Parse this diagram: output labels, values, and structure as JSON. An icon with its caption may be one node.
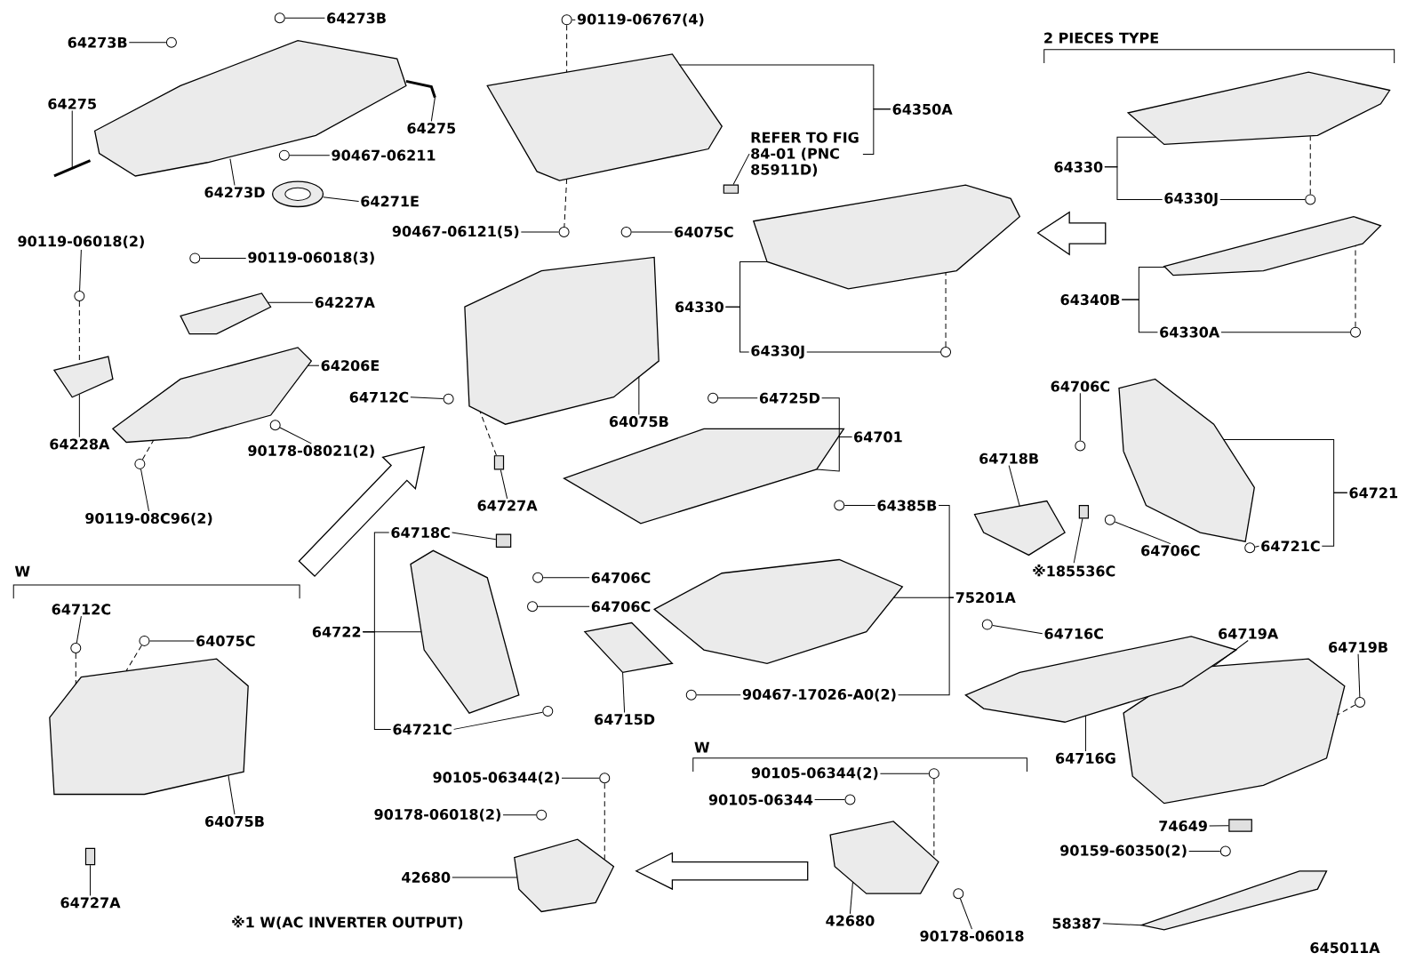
{
  "diagram": {
    "nodes": [
      {
        "text": [
          "64273B"
        ]
      },
      {
        "text": [
          "64273B"
        ]
      },
      {
        "text": [
          "64275"
        ]
      },
      {
        "text": [
          "64275"
        ]
      },
      {
        "text": [
          "64273D"
        ]
      },
      {
        "text": [
          "90467-06211"
        ]
      },
      {
        "text": [
          "64271E"
        ]
      },
      {
        "text": [
          "90119-06767(4)"
        ]
      },
      {
        "text": [
          "64350A"
        ]
      },
      {
        "text": [
          "REFER TO FIG 84-01 (PNC 85911D)"
        ]
      },
      {
        "text": [
          "90467-06121(5)"
        ]
      },
      {
        "text": [
          "64075C"
        ]
      },
      {
        "text": [
          "64330"
        ]
      },
      {
        "text": [
          "64330J"
        ]
      },
      {
        "text": [
          "64330"
        ]
      },
      {
        "text": [
          "64330J"
        ]
      },
      {
        "text": [
          "64340B"
        ]
      },
      {
        "text": [
          "64330A"
        ]
      },
      {
        "text": [
          "90119-06018(2)"
        ]
      },
      {
        "text": [
          "90119-06018(3)"
        ]
      },
      {
        "text": [
          "64227A"
        ]
      },
      {
        "text": [
          "64206E"
        ]
      },
      {
        "text": [
          "64228A"
        ]
      },
      {
        "text": [
          "90178-08021(2)"
        ]
      },
      {
        "text": [
          "90119-08C96(2)"
        ]
      },
      {
        "text": [
          "64712C"
        ]
      },
      {
        "text": [
          "64075B"
        ]
      },
      {
        "text": [
          "64727A"
        ]
      },
      {
        "text": [
          "64725D"
        ]
      },
      {
        "text": [
          "64701"
        ]
      },
      {
        "text": [
          "64706C"
        ]
      },
      {
        "text": [
          "64718B"
        ]
      },
      {
        "text": [
          "64721"
        ]
      },
      {
        "text": [
          "※185536C"
        ]
      },
      {
        "text": [
          "64706C"
        ]
      },
      {
        "text": [
          "64721C"
        ]
      },
      {
        "text": [
          "64385B"
        ]
      },
      {
        "text": [
          "75201A"
        ]
      },
      {
        "text": [
          "64718C"
        ]
      },
      {
        "text": [
          "64706C"
        ]
      },
      {
        "text": [
          "64706C"
        ]
      },
      {
        "text": [
          "64722"
        ]
      },
      {
        "text": [
          "64715D"
        ]
      },
      {
        "text": [
          "64721C"
        ]
      },
      {
        "text": [
          "90467-17026-A0(2)"
        ]
      },
      {
        "text": [
          "64716C"
        ]
      },
      {
        "text": [
          "64719A"
        ]
      },
      {
        "text": [
          "64719B"
        ]
      },
      {
        "text": [
          "64716G"
        ]
      },
      {
        "text": [
          "74649"
        ]
      },
      {
        "text": [
          "90159-60350(2)"
        ]
      },
      {
        "text": [
          "58387"
        ]
      },
      {
        "text": [
          "64712C"
        ]
      },
      {
        "text": [
          "64075C"
        ]
      },
      {
        "text": [
          "64075B"
        ]
      },
      {
        "text": [
          "64727A"
        ]
      },
      {
        "text": [
          "90105-06344(2)"
        ]
      },
      {
        "text": [
          "90178-06018(2)"
        ]
      },
      {
        "text": [
          "42680"
        ]
      },
      {
        "text": [
          "90105-06344(2)"
        ]
      },
      {
        "text": [
          "90105-06344"
        ]
      },
      {
        "text": [
          "42680"
        ]
      },
      {
        "text": [
          "90178-06018"
        ]
      },
      {
        "text": [],
        "shape": "picture"
      },
      {
        "text": [],
        "shape": "picture"
      },
      {
        "text": [],
        "shape": "picture"
      },
      {
        "text": [],
        "shape": "picture"
      },
      {
        "text": [],
        "shape": "circle"
      },
      {
        "text": [],
        "shape": "circle"
      },
      {
        "text": [],
        "shape": "circle"
      },
      {
        "text": [],
        "shape": "circle"
      },
      {
        "text": [],
        "shape": "picture"
      },
      {
        "text": [],
        "shape": "box"
      },
      {
        "text": [],
        "shape": "circle"
      },
      {
        "text": [],
        "shape": "circle"
      },
      {
        "text": [],
        "shape": "picture"
      },
      {
        "text": [],
        "shape": "circle"
      },
      {
        "text": [],
        "shape": "picture"
      },
      {
        "text": [],
        "shape": "circle"
      },
      {
        "text": [],
        "shape": "picture"
      },
      {
        "text": [],
        "shape": "circle"
      },
      {
        "text": [],
        "shape": "circle"
      },
      {
        "text": [],
        "shape": "circle"
      },
      {
        "text": [],
        "shape": "picture"
      },
      {
        "text": [],
        "shape": "picture"
      },
      {
        "text": [],
        "shape": "picture"
      },
      {
        "text": [],
        "shape": "circle"
      },
      {
        "text": [],
        "shape": "circle"
      },
      {
        "text": [],
        "shape": "circle"
      },
      {
        "text": [],
        "shape": "picture"
      },
      {
        "text": [],
        "shape": "box"
      },
      {
        "text": [],
        "shape": "circle"
      },
      {
        "text": [],
        "shape": "picture"
      },
      {
        "text": [],
        "shape": "circle"
      },
      {
        "text": [],
        "shape": "picture"
      },
      {
        "text": [],
        "shape": "picture"
      },
      {
        "text": [],
        "shape": "box"
      },
      {
        "text": [],
        "shape": "circle"
      },
      {
        "text": [],
        "shape": "circle"
      },
      {
        "text": [],
        "shape": "circle"
      },
      {
        "text": [],
        "shape": "picture"
      },
      {
        "text": [],
        "shape": "box"
      },
      {
        "text": [],
        "shape": "circle"
      },
      {
        "text": [],
        "shape": "circle"
      },
      {
        "text": [],
        "shape": "picture"
      },
      {
        "text": [],
        "shape": "picture"
      },
      {
        "text": [],
        "shape": "circle"
      },
      {
        "text": [],
        "shape": "circle"
      },
      {
        "text": [],
        "shape": "circle"
      },
      {
        "text": [],
        "shape": "picture"
      },
      {
        "text": [],
        "shape": "circle"
      },
      {
        "text": [],
        "shape": "picture"
      },
      {
        "text": [],
        "shape": "box"
      },
      {
        "text": [],
        "shape": "circle"
      },
      {
        "text": [],
        "shape": "picture"
      },
      {
        "text": [],
        "shape": "circle"
      },
      {
        "text": [],
        "shape": "circle"
      },
      {
        "text": [],
        "shape": "picture"
      },
      {
        "text": [],
        "shape": "box"
      },
      {
        "text": [],
        "shape": "circle"
      },
      {
        "text": [],
        "shape": "circle"
      },
      {
        "text": [],
        "shape": "picture"
      },
      {
        "text": [],
        "shape": "circle"
      },
      {
        "text": [],
        "shape": "circle"
      },
      {
        "text": [],
        "shape": "picture"
      },
      {
        "text": [],
        "shape": "circle"
      }
    ],
    "edges": [
      {
        "from": 0,
        "to": 67,
        "arrow": "none"
      },
      {
        "from": 1,
        "to": 68,
        "arrow": "none"
      },
      {
        "from": 2,
        "to": 64,
        "arrow": "none"
      },
      {
        "from": 3,
        "to": 65,
        "arrow": "none"
      },
      {
        "from": 4,
        "to": 63,
        "arrow": "none"
      },
      {
        "from": 5,
        "to": 69,
        "arrow": "none"
      },
      {
        "from": 6,
        "to": 66,
        "arrow": "none"
      },
      {
        "from": 7,
        "to": 70,
        "arrow": "none"
      },
      {
        "from": 8,
        "to": 71,
        "arrow": "none"
      },
      {
        "from": 8,
        "to": 9,
        "arrow": "none"
      },
      {
        "from": 9,
        "to": 72,
        "arrow": "none"
      },
      {
        "from": 10,
        "to": 73,
        "arrow": "none"
      },
      {
        "from": 11,
        "to": 74,
        "arrow": "none"
      },
      {
        "from": 12,
        "to": 75,
        "arrow": "none"
      },
      {
        "from": 12,
        "to": 13,
        "arrow": "none"
      },
      {
        "from": 13,
        "to": 76,
        "arrow": "none"
      },
      {
        "from": 14,
        "to": 77,
        "arrow": "none"
      },
      {
        "from": 14,
        "to": 15,
        "arrow": "none"
      },
      {
        "from": 15,
        "to": 78,
        "arrow": "none"
      },
      {
        "from": 16,
        "to": 79,
        "arrow": "none"
      },
      {
        "from": 16,
        "to": 17,
        "arrow": "none"
      },
      {
        "from": 17,
        "to": 80,
        "arrow": "none"
      },
      {
        "from": 18,
        "to": 81,
        "arrow": "none"
      },
      {
        "from": 19,
        "to": 82,
        "arrow": "none"
      },
      {
        "from": 20,
        "to": 83,
        "arrow": "none"
      },
      {
        "from": 21,
        "to": 84,
        "arrow": "none"
      },
      {
        "from": 22,
        "to": 85,
        "arrow": "none"
      },
      {
        "from": 23,
        "to": 86,
        "arrow": "none"
      },
      {
        "from": 24,
        "to": 87,
        "arrow": "none"
      },
      {
        "from": 25,
        "to": 88,
        "arrow": "none"
      },
      {
        "from": 26,
        "to": 89,
        "arrow": "none"
      },
      {
        "from": 27,
        "to": 90,
        "arrow": "none"
      },
      {
        "from": 28,
        "to": 91,
        "arrow": "none"
      },
      {
        "from": 29,
        "to": 92,
        "arrow": "none"
      },
      {
        "from": 29,
        "to": 28,
        "arrow": "none"
      },
      {
        "from": 30,
        "to": 93,
        "arrow": "none"
      },
      {
        "from": 31,
        "to": 94,
        "arrow": "none"
      },
      {
        "from": 32,
        "to": 95,
        "arrow": "none"
      },
      {
        "from": 32,
        "to": 35,
        "arrow": "none"
      },
      {
        "from": 33,
        "to": 96,
        "arrow": "none"
      },
      {
        "from": 34,
        "to": 97,
        "arrow": "none"
      },
      {
        "from": 35,
        "to": 98,
        "arrow": "none"
      },
      {
        "from": 36,
        "to": 99,
        "arrow": "none"
      },
      {
        "from": 37,
        "to": 100,
        "arrow": "none"
      },
      {
        "from": 37,
        "to": 36,
        "arrow": "none"
      },
      {
        "from": 37,
        "to": 44,
        "arrow": "none"
      },
      {
        "from": 38,
        "to": 101,
        "arrow": "none"
      },
      {
        "from": 39,
        "to": 102,
        "arrow": "none"
      },
      {
        "from": 40,
        "to": 103,
        "arrow": "none"
      },
      {
        "from": 41,
        "to": 104,
        "arrow": "none"
      },
      {
        "from": 41,
        "to": 38,
        "arrow": "none"
      },
      {
        "from": 41,
        "to": 43,
        "arrow": "none"
      },
      {
        "from": 42,
        "to": 105,
        "arrow": "none"
      },
      {
        "from": 43,
        "to": 106,
        "arrow": "none"
      },
      {
        "from": 44,
        "to": 107,
        "arrow": "none"
      },
      {
        "from": 45,
        "to": 108,
        "arrow": "none"
      },
      {
        "from": 46,
        "to": 109,
        "arrow": "none"
      },
      {
        "from": 47,
        "to": 110,
        "arrow": "none"
      },
      {
        "from": 48,
        "to": 111,
        "arrow": "none"
      },
      {
        "from": 49,
        "to": 112,
        "arrow": "none"
      },
      {
        "from": 50,
        "to": 113,
        "arrow": "none"
      },
      {
        "from": 51,
        "to": 114,
        "arrow": "none"
      },
      {
        "from": 52,
        "to": 115,
        "arrow": "none"
      },
      {
        "from": 53,
        "to": 116,
        "arrow": "none"
      },
      {
        "from": 54,
        "to": 117,
        "arrow": "none"
      },
      {
        "from": 55,
        "to": 118,
        "arrow": "none"
      },
      {
        "from": 56,
        "to": 119,
        "arrow": "none"
      },
      {
        "from": 57,
        "to": 120,
        "arrow": "none"
      },
      {
        "from": 58,
        "to": 121,
        "arrow": "none"
      },
      {
        "from": 59,
        "to": 122,
        "arrow": "none"
      },
      {
        "from": 60,
        "to": 123,
        "arrow": "none"
      },
      {
        "from": 61,
        "to": 124,
        "arrow": "none"
      },
      {
        "from": 62,
        "to": 125,
        "arrow": "none"
      },
      {
        "from": 70,
        "to": 71,
        "arrow": "none",
        "style": "dashed"
      },
      {
        "from": 71,
        "to": 73,
        "arrow": "none",
        "style": "dashed"
      },
      {
        "from": 115,
        "to": 117,
        "arrow": "none",
        "style": "dashed"
      },
      {
        "from": 116,
        "to": 117,
        "arrow": "none",
        "style": "dashed"
      },
      {
        "from": 119,
        "to": 121,
        "arrow": "none",
        "style": "dashed"
      },
      {
        "from": 122,
        "to": 124,
        "arrow": "none",
        "style": "dashed"
      },
      {
        "from": 110,
        "to": 109,
        "arrow": "none",
        "style": "dashed"
      },
      {
        "from": 76,
        "to": 75,
        "arrow": "none",
        "style": "dashed"
      },
      {
        "from": 78,
        "to": 77,
        "arrow": "none",
        "style": "dashed"
      },
      {
        "from": 80,
        "to": 79,
        "arrow": "none",
        "style": "dashed"
      },
      {
        "from": 90,
        "to": 89,
        "arrow": "none",
        "style": "dashed"
      },
      {
        "from": 81,
        "to": 85,
        "arrow": "none",
        "style": "dashed"
      },
      {
        "from": 87,
        "to": 84,
        "arrow": "none",
        "style": "dashed"
      },
      {
        "from": 75,
        "to": 77,
        "arrow": "to"
      },
      {
        "from": 117,
        "to": 89,
        "arrow": "to"
      },
      {
        "from": 124,
        "to": 121,
        "arrow": "to"
      }
    ],
    "labels": [
      "2 PIECES TYPE",
      "W",
      "W",
      "※1 W(AC INVERTER OUTPUT)",
      "645011A"
    ]
  }
}
